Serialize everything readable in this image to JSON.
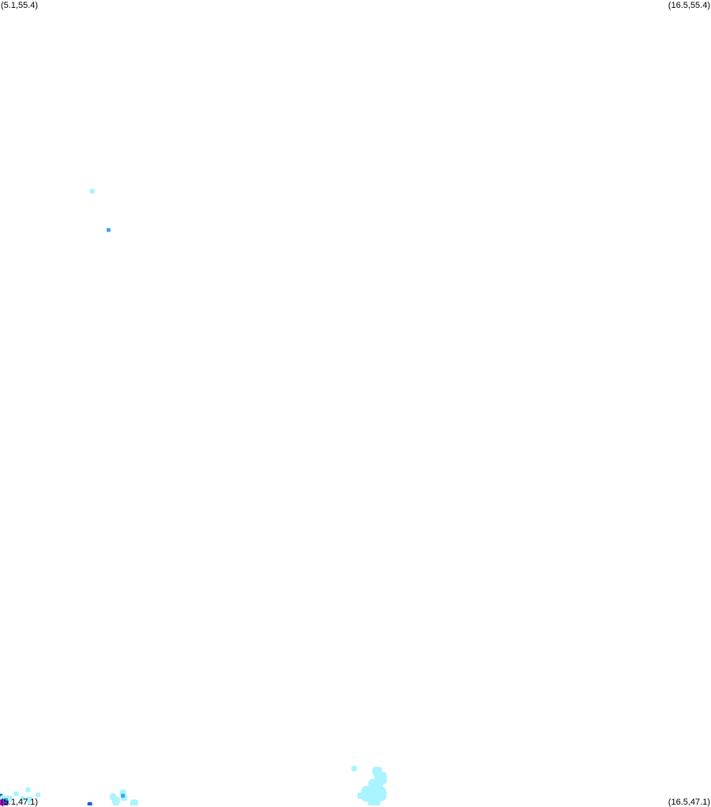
{
  "map": {
    "corners": {
      "top_left": "(5.1,55.4)",
      "top_right": "(16.5,55.4)",
      "bottom_left": "(5.1,47.1)",
      "bottom_right": "(16.5,47.1)"
    },
    "bounds": {
      "lon_min": 5.1,
      "lon_max": 16.5,
      "lat_min": 47.1,
      "lat_max": 55.4
    },
    "intensity_colors": {
      "light": "#a8f4ff",
      "medium": "#3aa0ff",
      "strong": "#1a5fd6",
      "extreme": "#cc00cc"
    },
    "cells": [
      {
        "lon": 6.58,
        "lat": 53.43,
        "level": "light",
        "r": 3
      },
      {
        "lon": 6.84,
        "lat": 53.03,
        "level": "medium",
        "r": 2.5
      },
      {
        "lon": 5.11,
        "lat": 47.2,
        "level": "strong",
        "r": 2.5
      },
      {
        "lon": 5.15,
        "lat": 47.17,
        "level": "light",
        "r": 4
      },
      {
        "lon": 5.24,
        "lat": 47.17,
        "level": "light",
        "r": 4
      },
      {
        "lon": 5.36,
        "lat": 47.22,
        "level": "light",
        "r": 3
      },
      {
        "lon": 5.55,
        "lat": 47.26,
        "level": "light",
        "r": 3
      },
      {
        "lon": 5.46,
        "lat": 47.17,
        "level": "light",
        "r": 3
      },
      {
        "lon": 5.57,
        "lat": 47.16,
        "level": "light",
        "r": 4
      },
      {
        "lon": 5.71,
        "lat": 47.21,
        "level": "light",
        "r": 3
      },
      {
        "lon": 5.14,
        "lat": 47.13,
        "level": "strong",
        "r": 4
      },
      {
        "lon": 5.12,
        "lat": 47.11,
        "level": "extreme",
        "r": 5
      },
      {
        "lon": 5.18,
        "lat": 47.11,
        "level": "extreme",
        "r": 4
      },
      {
        "lon": 5.2,
        "lat": 47.13,
        "level": "strong",
        "r": 3
      },
      {
        "lon": 6.54,
        "lat": 47.11,
        "level": "strong",
        "r": 3
      },
      {
        "lon": 6.91,
        "lat": 47.19,
        "level": "light",
        "r": 4
      },
      {
        "lon": 6.96,
        "lat": 47.15,
        "level": "light",
        "r": 5
      },
      {
        "lon": 7.07,
        "lat": 47.23,
        "level": "light",
        "r": 4
      },
      {
        "lon": 7.09,
        "lat": 47.18,
        "level": "light",
        "r": 4
      },
      {
        "lon": 7.07,
        "lat": 47.2,
        "level": "medium",
        "r": 2.5
      },
      {
        "lon": 7.25,
        "lat": 47.12,
        "level": "light",
        "r": 5
      },
      {
        "lon": 6.95,
        "lat": 47.07,
        "level": "light",
        "r": 5
      },
      {
        "lon": 6.99,
        "lat": 47.05,
        "level": "medium",
        "r": 3
      },
      {
        "lon": 7.18,
        "lat": 47.06,
        "level": "strong",
        "r": 3
      },
      {
        "lon": 10.78,
        "lat": 47.48,
        "level": "light",
        "r": 3.5
      },
      {
        "lon": 11.15,
        "lat": 47.45,
        "level": "light",
        "r": 6
      },
      {
        "lon": 11.2,
        "lat": 47.38,
        "level": "light",
        "r": 8
      },
      {
        "lon": 11.12,
        "lat": 47.3,
        "level": "light",
        "r": 9
      },
      {
        "lon": 11.02,
        "lat": 47.22,
        "level": "light",
        "r": 10
      },
      {
        "lon": 11.18,
        "lat": 47.22,
        "level": "light",
        "r": 9
      },
      {
        "lon": 11.1,
        "lat": 47.15,
        "level": "light",
        "r": 8
      },
      {
        "lon": 10.88,
        "lat": 47.2,
        "level": "light",
        "r": 4
      }
    ]
  }
}
